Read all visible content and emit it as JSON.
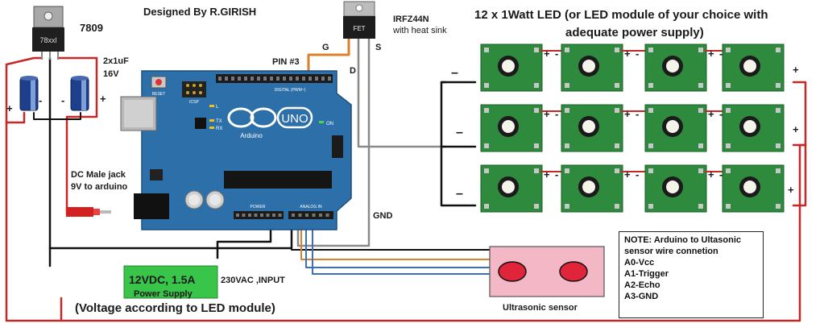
{
  "header": {
    "designer": "Designed By R.GIRISH",
    "led_title": "12 x 1Watt LED  (or LED module of your choice with",
    "led_title_line2": "adequate power supply)"
  },
  "regulator": {
    "label": "7809",
    "chip_text": "78xxl"
  },
  "capacitors": {
    "label_line1": "2x1uF",
    "label_line2": "16V"
  },
  "mosfet": {
    "label_line1": "IRFZ44N",
    "label_line2": "with heat sink",
    "chip_text": "FET",
    "pin_g": "G",
    "pin_s": "S",
    "pin_d": "D"
  },
  "arduino": {
    "pin3_label": "PIN #3",
    "logo_text": "UNO",
    "brand": "Arduino",
    "reset": "RESET",
    "on_label": "ON",
    "l_label": "L",
    "tx_label": "TX",
    "rx_label": "RX",
    "digital_label": "DIGITAL (PWM~)",
    "power_label": "POWER",
    "analog_label": "ANALOG IN",
    "icsp_label": "ICSP"
  },
  "dc_jack": {
    "label_line1": "DC Male jack",
    "label_line2": "9V to arduino"
  },
  "gnd_label": "GND",
  "power_supply": {
    "title": "12VDC, 1.5A",
    "subtitle": "Power Supply",
    "input_label": "230VAC ,INPUT",
    "voltage_note": "(Voltage according to LED module)"
  },
  "ultrasonic": {
    "label": "Ultrasonic sensor"
  },
  "note": {
    "line1": "NOTE: Arduino to Ultasonic",
    "line2": "sensor wire connetion",
    "line3": " A0-Vcc",
    "line4": "A1-Trigger",
    "line5": "A2-Echo",
    "line6": "A3-GND"
  },
  "polarity": {
    "plus": "+",
    "minus": "-",
    "minus_long": "–"
  },
  "colors": {
    "red_wire": "#c62828",
    "black_wire": "#111111",
    "gray_wire": "#8a8a8a",
    "orange_wire": "#d9822b",
    "blue_wire": "#3a6fc4",
    "arduino_blue": "#2d6fa8",
    "pcb_green": "#2e8b3e",
    "psu_green": "#39c44a",
    "sensor_pink": "#f4b7c6",
    "sensor_eye": "#e0243a"
  }
}
